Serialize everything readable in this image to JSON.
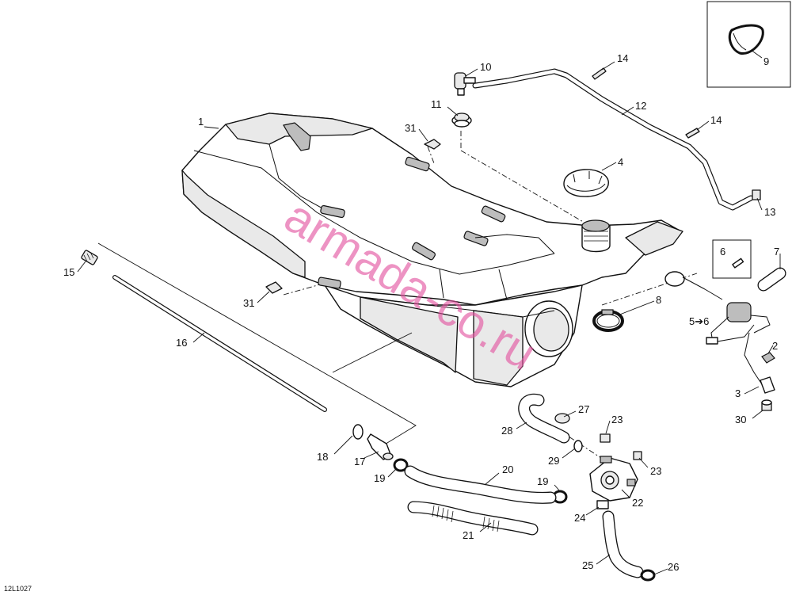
{
  "diagram_code": "12L1027",
  "watermark": "armada-co.ru",
  "callouts": {
    "c1": "1",
    "c2": "2",
    "c3": "3",
    "c4": "4",
    "c5_6": "5➔6",
    "c6": "6",
    "c7": "7",
    "c8": "8",
    "c9": "9",
    "c10": "10",
    "c11": "11",
    "c12": "12",
    "c13": "13",
    "c14a": "14",
    "c14b": "14",
    "c15": "15",
    "c16": "16",
    "c17": "17",
    "c18": "18",
    "c19a": "19",
    "c19b": "19",
    "c20": "20",
    "c21": "21",
    "c22": "22",
    "c23a": "23",
    "c23b": "23",
    "c24": "24",
    "c25": "25",
    "c26": "26",
    "c27": "27",
    "c28": "28",
    "c29": "29",
    "c30": "30",
    "c31a": "31",
    "c31b": "31"
  }
}
